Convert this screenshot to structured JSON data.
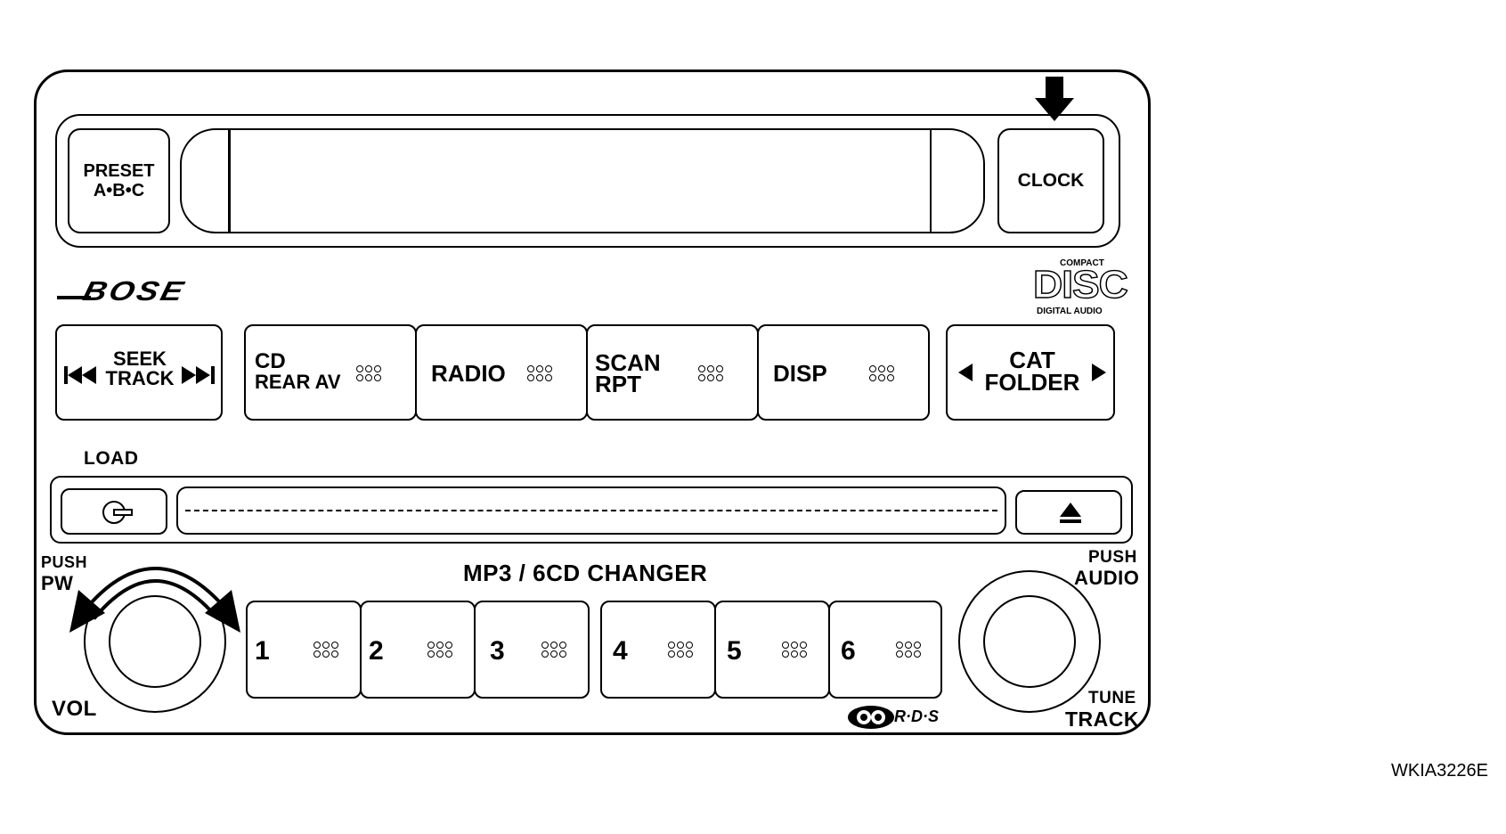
{
  "unit": {
    "preset_line1": "PRESET",
    "preset_line2": "A•B•C",
    "clock": "CLOCK",
    "brand": "BOSE",
    "cd_logo": {
      "top": "COMPACT",
      "middle": "DISC",
      "bottom": "DIGITAL AUDIO"
    },
    "seek_line1": "SEEK",
    "seek_line2": "TRACK",
    "cd_line1": "CD",
    "cd_line2": "REAR AV",
    "radio": "RADIO",
    "scan_line1": "SCAN",
    "scan_line2": "RPT",
    "disp": "DISP",
    "cat_line1": "CAT",
    "cat_line2": "FOLDER",
    "load": "LOAD",
    "push_pw_line1": "PUSH",
    "push_pw_line2": "PW",
    "vol": "VOL",
    "changer": "MP3 / 6CD CHANGER",
    "presets": [
      "1",
      "2",
      "3",
      "4",
      "5",
      "6"
    ],
    "push_audio_line1": "PUSH",
    "push_audio_line2": "AUDIO",
    "tune_line1": "TUNE",
    "tune_line2": "TRACK",
    "rds": "R·D·S"
  },
  "figure_code": "WKIA3226E"
}
